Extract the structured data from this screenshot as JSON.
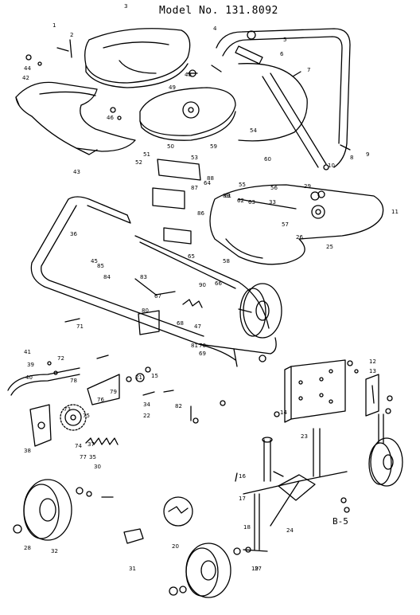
{
  "header": {
    "model": "Model No. 131.8092"
  },
  "footer": {
    "page_code": "B-5"
  },
  "callouts": [
    {
      "text": "1"
    },
    {
      "text": "2"
    },
    {
      "text": "3"
    },
    {
      "text": "4"
    },
    {
      "text": "5"
    },
    {
      "text": "6"
    },
    {
      "text": "7"
    },
    {
      "text": "8"
    },
    {
      "text": "9"
    },
    {
      "text": "10"
    },
    {
      "text": "11"
    },
    {
      "text": "12"
    },
    {
      "text": "13"
    },
    {
      "text": "14"
    },
    {
      "text": "15"
    },
    {
      "text": "16"
    },
    {
      "text": "17"
    },
    {
      "text": "18"
    },
    {
      "text": "19"
    },
    {
      "text": "20"
    },
    {
      "text": "21"
    },
    {
      "text": "22"
    },
    {
      "text": "23"
    },
    {
      "text": "24"
    },
    {
      "text": "25"
    },
    {
      "text": "26"
    },
    {
      "text": "27"
    },
    {
      "text": "28"
    },
    {
      "text": "29"
    },
    {
      "text": "30"
    },
    {
      "text": "31"
    },
    {
      "text": "32"
    },
    {
      "text": "33"
    },
    {
      "text": "34"
    },
    {
      "text": "35"
    },
    {
      "text": "36"
    },
    {
      "text": "37"
    },
    {
      "text": "38"
    },
    {
      "text": "39"
    },
    {
      "text": "40"
    },
    {
      "text": "41"
    },
    {
      "text": "42"
    },
    {
      "text": "43"
    },
    {
      "text": "44"
    },
    {
      "text": "45"
    },
    {
      "text": "46"
    },
    {
      "text": "47"
    },
    {
      "text": "48"
    },
    {
      "text": "49"
    },
    {
      "text": "50"
    },
    {
      "text": "51"
    },
    {
      "text": "52"
    },
    {
      "text": "53"
    },
    {
      "text": "54"
    },
    {
      "text": "55"
    },
    {
      "text": "56"
    },
    {
      "text": "57"
    },
    {
      "text": "58"
    },
    {
      "text": "59"
    },
    {
      "text": "60"
    },
    {
      "text": "61"
    },
    {
      "text": "62"
    },
    {
      "text": "63"
    },
    {
      "text": "64"
    },
    {
      "text": "65"
    },
    {
      "text": "66"
    },
    {
      "text": "67"
    },
    {
      "text": "68"
    },
    {
      "text": "69"
    },
    {
      "text": "70"
    },
    {
      "text": "71"
    },
    {
      "text": "72"
    },
    {
      "text": "73"
    },
    {
      "text": "74"
    },
    {
      "text": "75"
    },
    {
      "text": "76"
    },
    {
      "text": "77"
    },
    {
      "text": "78"
    },
    {
      "text": "79"
    },
    {
      "text": "80"
    },
    {
      "text": "81"
    },
    {
      "text": "82"
    },
    {
      "text": "83"
    },
    {
      "text": "84"
    },
    {
      "text": "85"
    },
    {
      "text": "86"
    },
    {
      "text": "87"
    },
    {
      "text": "88"
    },
    {
      "text": "89"
    },
    {
      "text": "90"
    }
  ]
}
